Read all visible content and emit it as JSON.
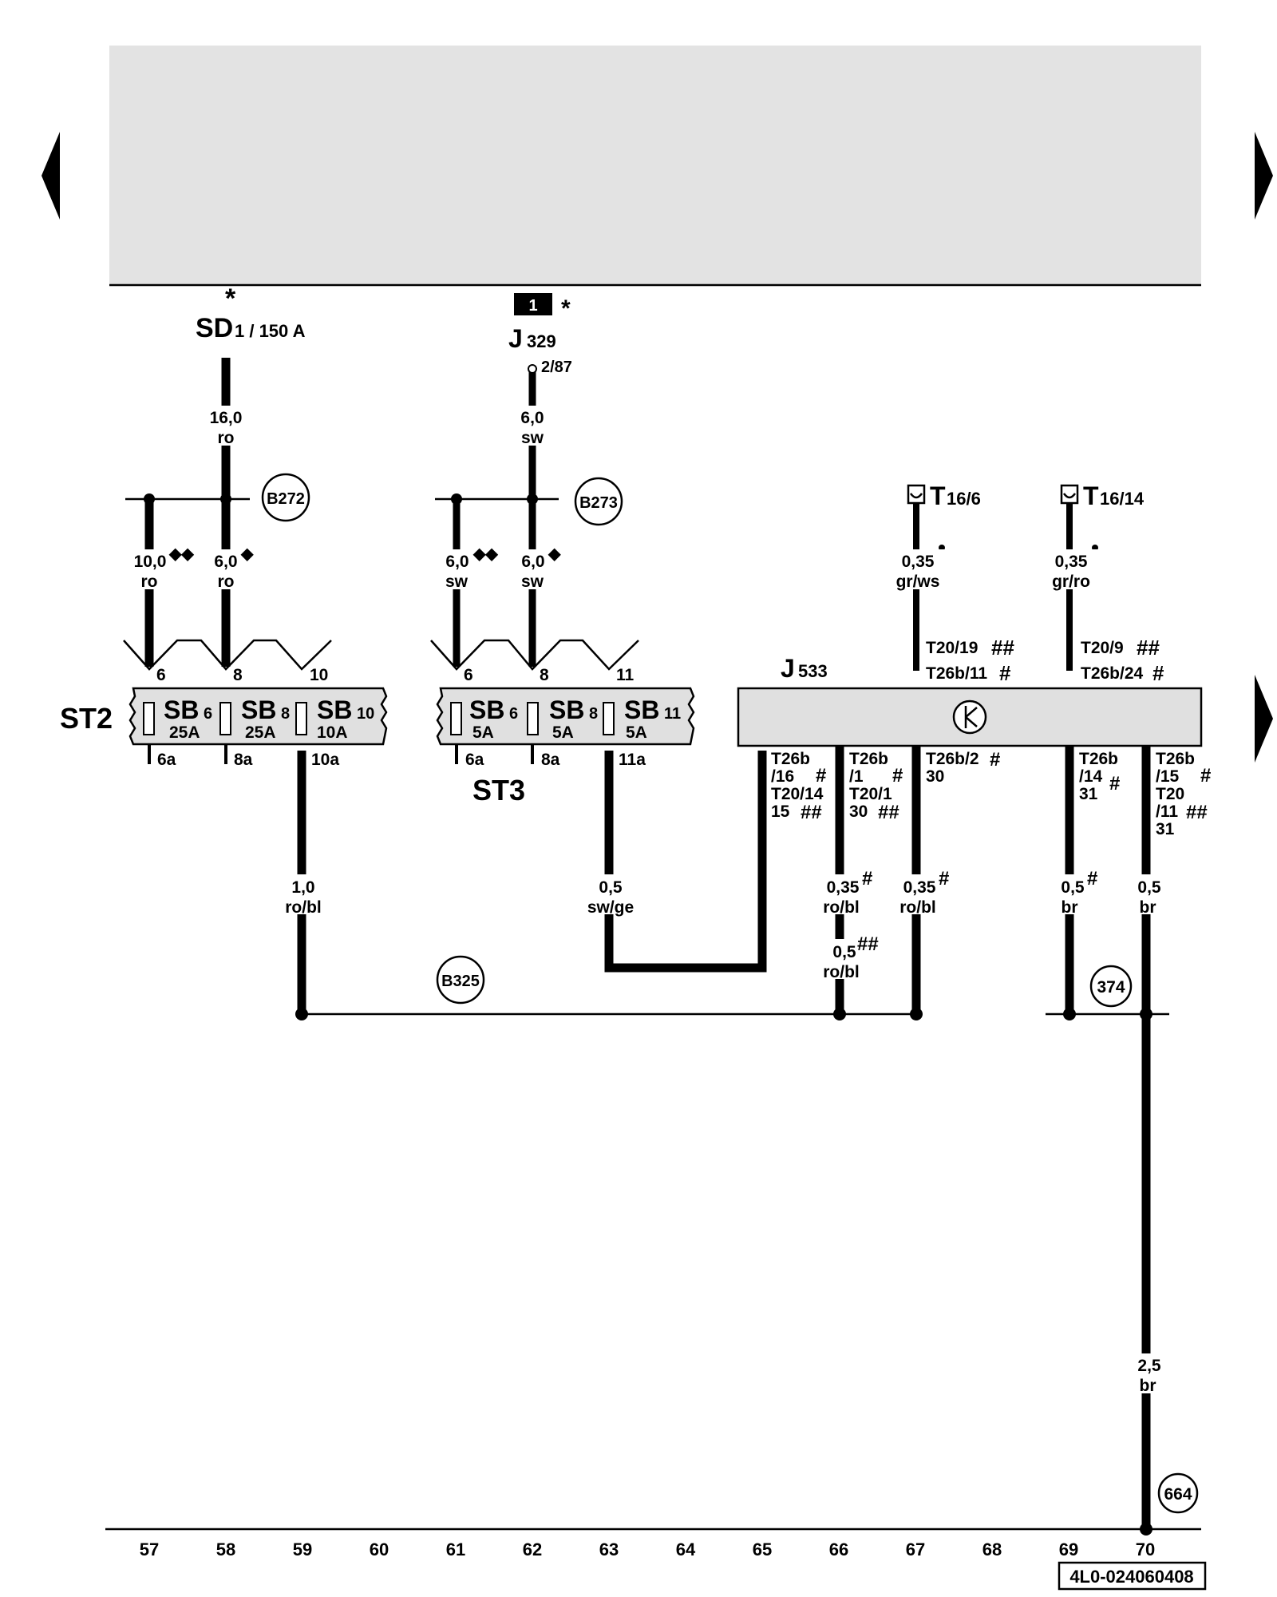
{
  "components": {
    "sd": {
      "name": "SD",
      "sub": "1 / 150 A",
      "mark": "*"
    },
    "j329": {
      "name": "J",
      "sub": "329",
      "pin": "2/87",
      "ref": "1",
      "mark": "*"
    },
    "j533": {
      "name": "J",
      "sub": "533"
    },
    "st2": {
      "name": "ST2",
      "pins_top": [
        "6",
        "8",
        "10"
      ],
      "pins_bottom": [
        "6a",
        "8a",
        "10a"
      ],
      "fuses": [
        {
          "name": "SB",
          "sub": "6",
          "rating": "25A"
        },
        {
          "name": "SB",
          "sub": "8",
          "rating": "25A"
        },
        {
          "name": "SB",
          "sub": "10",
          "rating": "10A"
        }
      ]
    },
    "st3": {
      "name": "ST3",
      "pins_top": [
        "6",
        "8",
        "11"
      ],
      "pins_bottom": [
        "6a",
        "8a",
        "11a"
      ],
      "fuses": [
        {
          "name": "SB",
          "sub": "6",
          "rating": "5A"
        },
        {
          "name": "SB",
          "sub": "8",
          "rating": "5A"
        },
        {
          "name": "SB",
          "sub": "11",
          "rating": "5A"
        }
      ]
    },
    "t16_6": {
      "name": "T",
      "sub": "16/6"
    },
    "t16_14": {
      "name": "T",
      "sub": "16/14"
    }
  },
  "connections": {
    "b272": "B272",
    "b273": "B273",
    "b325": "B325",
    "c374": "374",
    "c664": "664"
  },
  "wires": {
    "w58": {
      "gauge": "16,0",
      "color": "ro"
    },
    "w62": {
      "gauge": "6,0",
      "color": "sw"
    },
    "st2_6": {
      "gauge": "10,0",
      "color": "ro",
      "mark": "◆◆"
    },
    "st2_8": {
      "gauge": "6,0",
      "color": "ro",
      "mark": "◆"
    },
    "st3_6": {
      "gauge": "6,0",
      "color": "sw",
      "mark": "◆◆"
    },
    "st3_8": {
      "gauge": "6,0",
      "color": "sw",
      "mark": "◆"
    },
    "w67_top": {
      "gauge": "0,35",
      "color": "gr/ws"
    },
    "w69_top": {
      "gauge": "0,35",
      "color": "gr/ro"
    },
    "w59": {
      "gauge": "1,0",
      "color": "ro/bl"
    },
    "w63": {
      "gauge": "0,5",
      "color": "sw/ge"
    },
    "w66a": {
      "gauge": "0,35",
      "color": "ro/bl",
      "mark": "#"
    },
    "w66b": {
      "gauge": "0,5",
      "color": "ro/bl",
      "mark": "##"
    },
    "w67_bot": {
      "gauge": "0,35",
      "color": "ro/bl",
      "mark": "#"
    },
    "w69_bot": {
      "gauge": "0,5",
      "color": "br",
      "mark": "#"
    },
    "w70": {
      "gauge": "0,5",
      "color": "br"
    },
    "w70_main": {
      "gauge": "2,5",
      "color": "br"
    }
  },
  "j533_pins": {
    "top67_a": "T20/19",
    "top67_a_mark": "##",
    "top67_b": "T26b/11",
    "top67_b_mark": "#",
    "top69_a": "T20/9",
    "top69_a_mark": "##",
    "top69_b": "T26b/24",
    "top69_b_mark": "#",
    "p65": [
      "T26b",
      "/16",
      "T20/14",
      "15"
    ],
    "p65_mark1": "#",
    "p65_mark2": "##",
    "p66": [
      "T26b",
      "/1",
      "T20/1",
      "30"
    ],
    "p66_mark1": "#",
    "p66_mark2": "##",
    "p67": [
      "T26b/2",
      "30"
    ],
    "p67_mark": "#",
    "p69": [
      "T26b",
      "/14",
      "31"
    ],
    "p69_mark": "#",
    "p70": [
      "T26b",
      "/15",
      "T20",
      "/11",
      "31"
    ],
    "p70_mark1": "#",
    "p70_mark2": "##"
  },
  "grid_numbers": [
    "57",
    "58",
    "59",
    "60",
    "61",
    "62",
    "63",
    "64",
    "65",
    "66",
    "67",
    "68",
    "69",
    "70"
  ],
  "doc_id": "4L0-024060408"
}
